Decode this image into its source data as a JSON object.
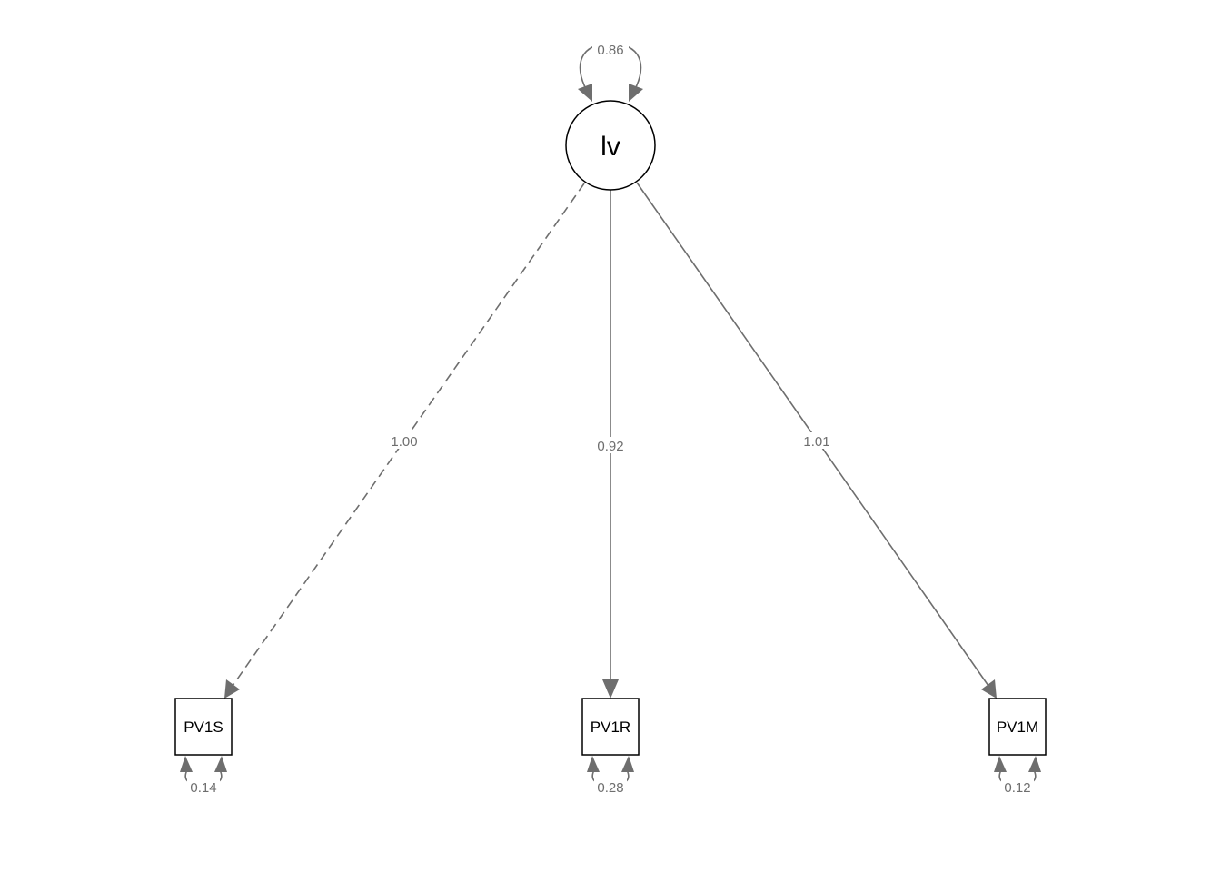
{
  "latent": {
    "label": "lv",
    "variance": "0.86"
  },
  "indicators": [
    {
      "id": "pv1s",
      "label": "PV1S",
      "loading": "1.00",
      "loading_style": "dashed",
      "residual": "0.14"
    },
    {
      "id": "pv1r",
      "label": "PV1R",
      "loading": "0.92",
      "loading_style": "solid",
      "residual": "0.28"
    },
    {
      "id": "pv1m",
      "label": "PV1M",
      "loading": "1.01",
      "loading_style": "solid",
      "residual": "0.12"
    }
  ],
  "colors": {
    "edge": "#6e6e6e",
    "node_border": "#000000",
    "background": "#ffffff"
  }
}
